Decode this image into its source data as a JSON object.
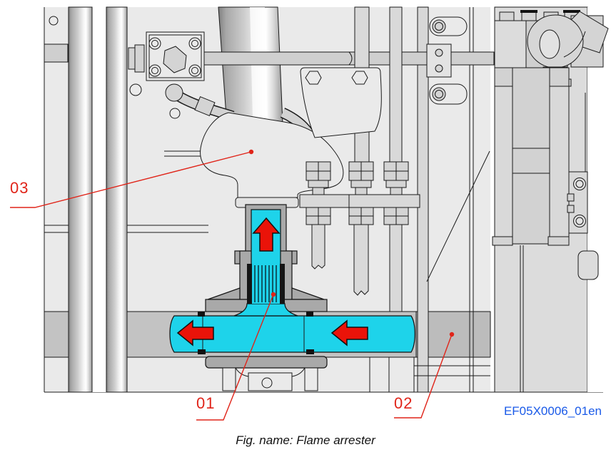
{
  "figure": {
    "caption": "Fig. name: Flame arrester",
    "drawing_code": "EF05X0006_01en",
    "subject": "Flame arrester cross-section inside machine piping"
  },
  "callouts": [
    {
      "label": "01",
      "target": "flame-arrester-element"
    },
    {
      "label": "02",
      "target": "support-beam"
    },
    {
      "label": "03",
      "target": "pipe-elbow-cover"
    }
  ],
  "flow_arrows": [
    {
      "direction": "up",
      "location": "vertical-outlet-pipe"
    },
    {
      "direction": "left",
      "location": "horizontal-pipe-left-branch"
    },
    {
      "direction": "left",
      "location": "horizontal-pipe-right-branch"
    }
  ],
  "colors": {
    "flow-cyan": "#1ed3ea",
    "arrow-red": "#ea1309",
    "callout-red": "#e02419",
    "code-blue": "#1a5ae8",
    "panel-gray": "#eaeaea",
    "pipe-band-gray": "#c3c3c3",
    "housing-gray": "#a9a9a9"
  }
}
